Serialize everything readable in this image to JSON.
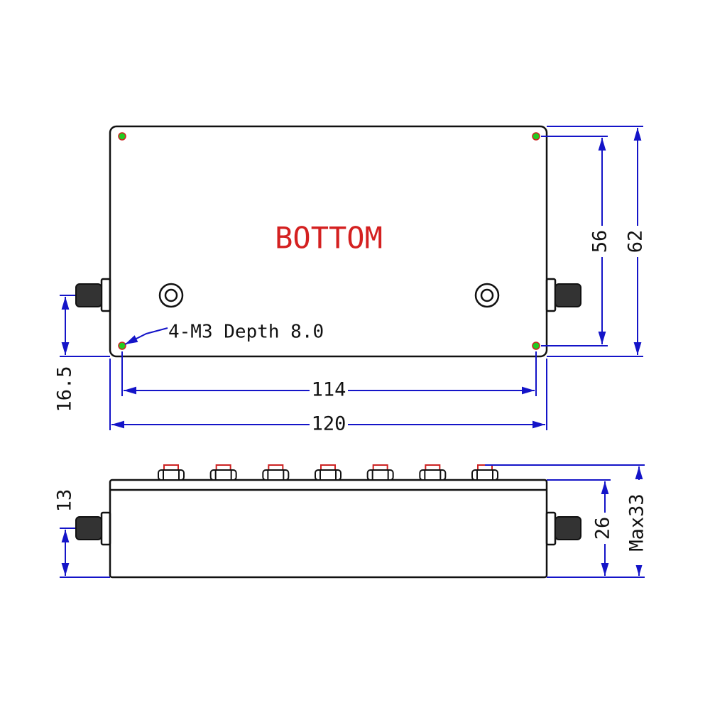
{
  "title_label": "BOTTOM",
  "callout": "4-M3 Depth 8.0",
  "dimensions": {
    "hole_spacing_height": "56",
    "overall_height": "62",
    "hole_spacing_width": "114",
    "overall_width": "120",
    "connector_offset_top_view": "16.5",
    "connector_offset_side_view": "13",
    "body_thickness": "26",
    "max_thickness": "Max33"
  },
  "tuning_screw_count": 7,
  "colors": {
    "outline": "#111111",
    "dimension": "#1414c8",
    "label": "#d42020",
    "hole": "#22c022"
  }
}
